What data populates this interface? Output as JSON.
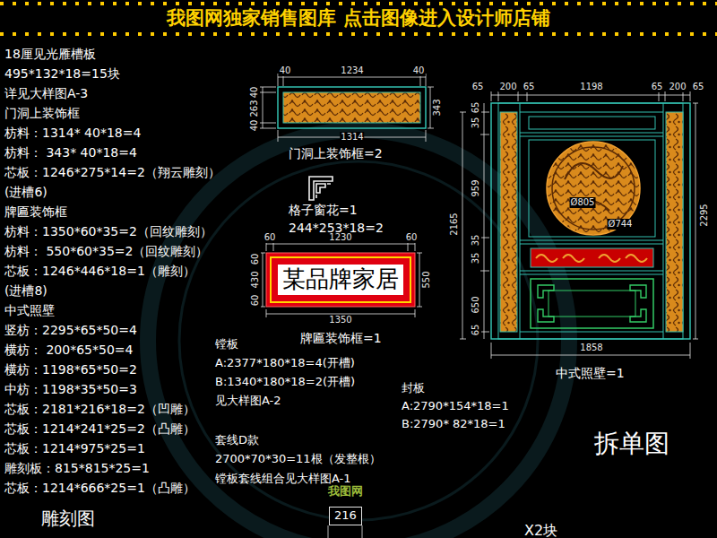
{
  "diagram": {
    "title": "我图网独家销售图库 点击图像进入设计师店铺",
    "nodes": [
      {
        "text": [
          "某品牌家居"
        ]
      },
      {
        "text": [
          "216"
        ]
      }
    ],
    "labels": [
      "18厘见光雁槽板",
      "495*132*18=15块",
      "详见大样图A-3",
      "门洞上装饰框",
      "枋料：1314* 40*18=4",
      "枋料： 343* 40*18=4",
      "芯板：1246*275*14=2（翔云雕刻）",
      "(进槽6)",
      "牌匾装饰框",
      "枋料：1350*60*35=2（回纹雕刻）",
      "枋料： 550*60*35=2（回纹雕刻）",
      "芯板：1246*446*18=1（雕刻）",
      "(进槽8)",
      "中式照壁",
      "竖枋：2295*65*50=4",
      "横枋： 200*65*50=4",
      "横枋：1198*65*50=2",
      "中枋：1198*35*50=3",
      "芯板：2181*216*18=2（凹雕）",
      "芯板：1214*241*25=2（凸雕）",
      "芯板：1214*975*25=1",
      "雕刻板：815*815*25=1",
      "芯板：1214*666*25=1（凸雕）",
      "40",
      "1234",
      "40",
      "40",
      "263",
      "40",
      "343",
      "1314",
      "门洞上装饰框=2",
      "格子窗花=1",
      "244*253*18=2",
      "60",
      "1230",
      "60",
      "60",
      "430",
      "60",
      "550",
      "1350",
      "牌匾装饰框=1",
      "65",
      "200",
      "65",
      "1198",
      "65",
      "200",
      "65",
      "65",
      "35",
      "959",
      "35",
      "35",
      "650",
      "65",
      "2165",
      "2295",
      "Ø805",
      "Ø744",
      "1858",
      "中式照壁=1",
      "镗板",
      "A:2377*180*18=4(开槽)",
      "B:1340*180*18=2(开槽)",
      "见大样图A-2",
      "套线D款",
      "2700*70*30=11根（发整根）",
      "镗板套线组合见大样图A-1",
      "封板",
      "A:2790*154*18=1",
      "B:2790* 82*18=1",
      "拆单图",
      "雕刻图",
      "我图网",
      "X2块"
    ]
  }
}
